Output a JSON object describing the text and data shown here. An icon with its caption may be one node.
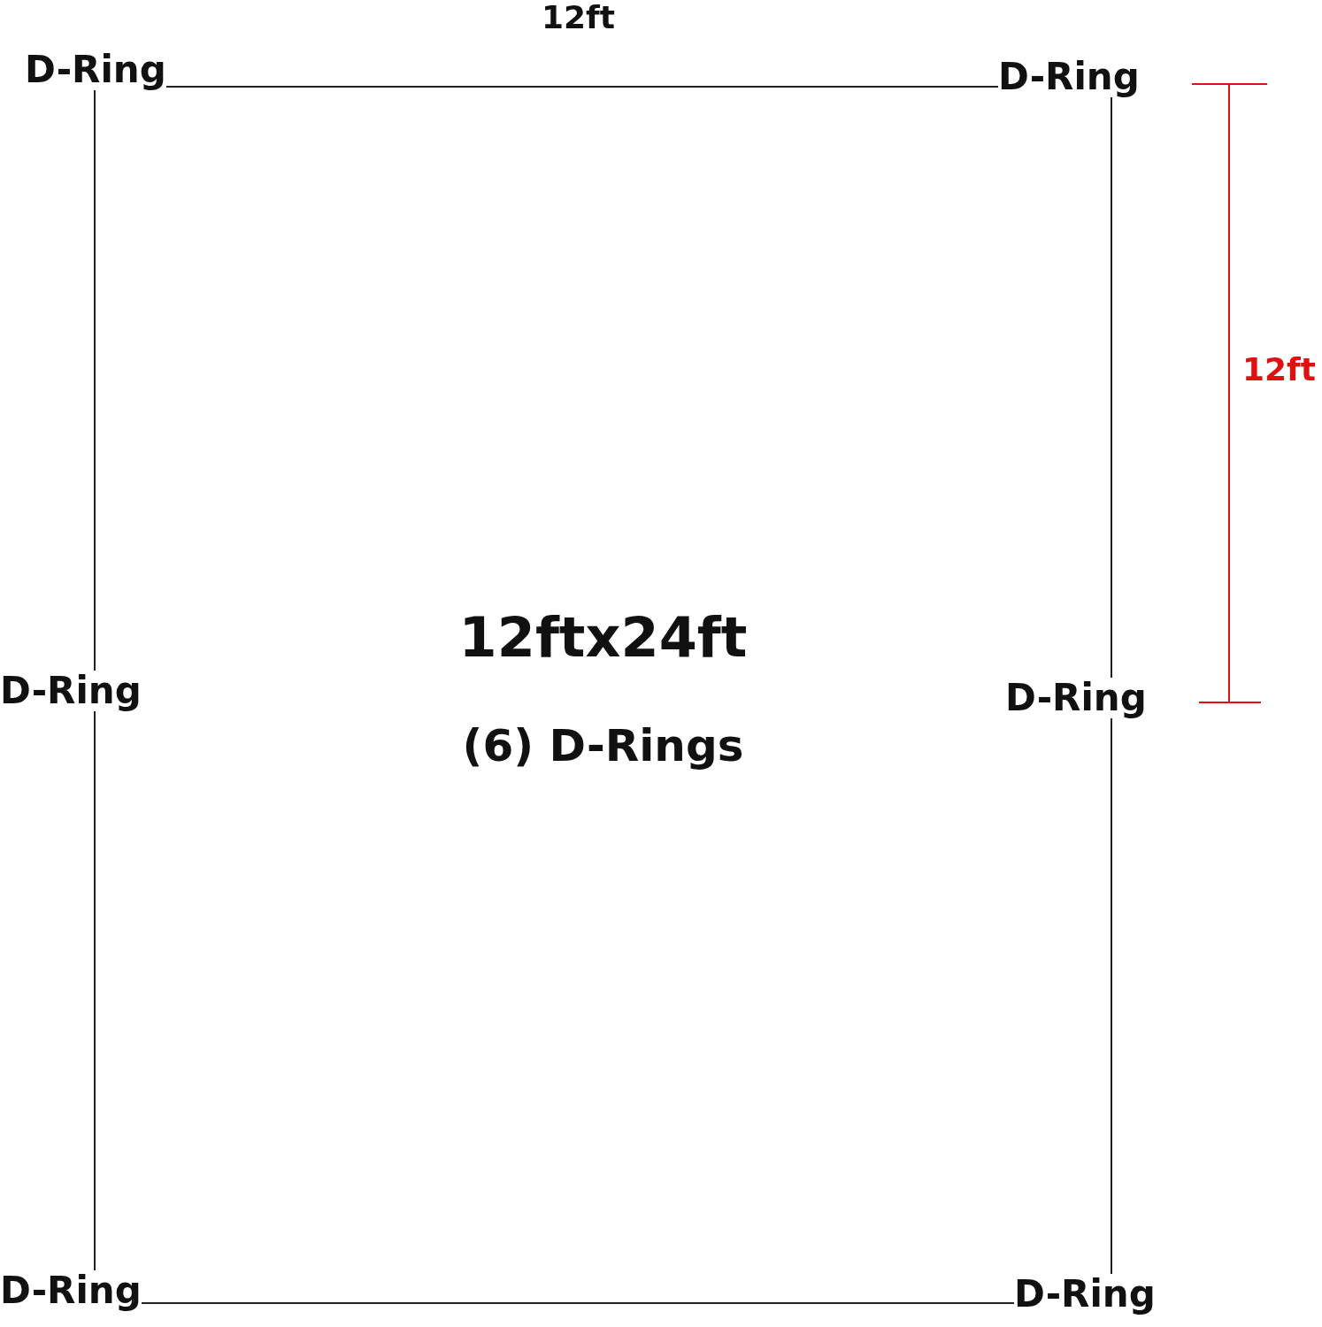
{
  "diagram": {
    "nodes": [
      {
        "text": [
          "12ftx24ft",
          "(6) D-Rings"
        ]
      }
    ],
    "edges": [],
    "labels": [
      "12ft",
      "D-Ring",
      "D-Ring",
      "12ft",
      "D-Ring",
      "D-Ring",
      "D-Ring",
      "D-Ring"
    ]
  }
}
